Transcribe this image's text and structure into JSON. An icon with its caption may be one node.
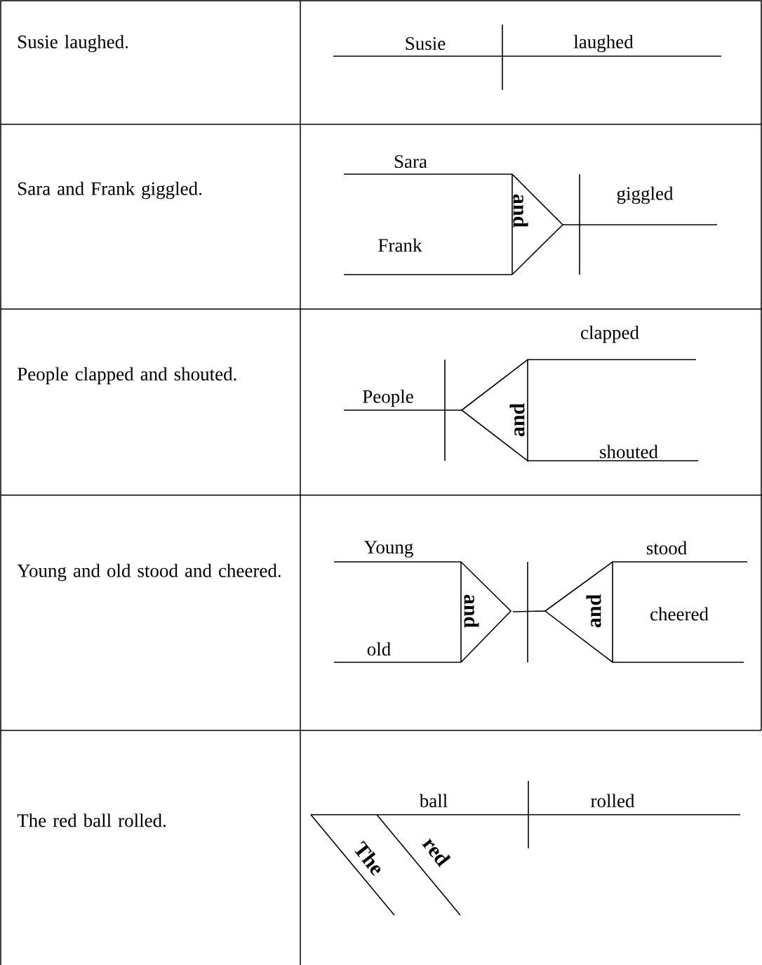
{
  "diagram": {
    "labels": [
      "Susie laughed.",
      "Susie",
      "laughed",
      "Sara and Frank giggled.",
      "Sara",
      "giggled",
      "and",
      "Frank",
      "People clapped and shouted.",
      "clapped",
      "People",
      "and",
      "shouted",
      "Young and old stood and cheered.",
      "Young",
      "stood",
      "and",
      "and",
      "cheered",
      "old",
      "The red ball rolled.",
      "ball",
      "rolled",
      "The",
      "red"
    ]
  }
}
